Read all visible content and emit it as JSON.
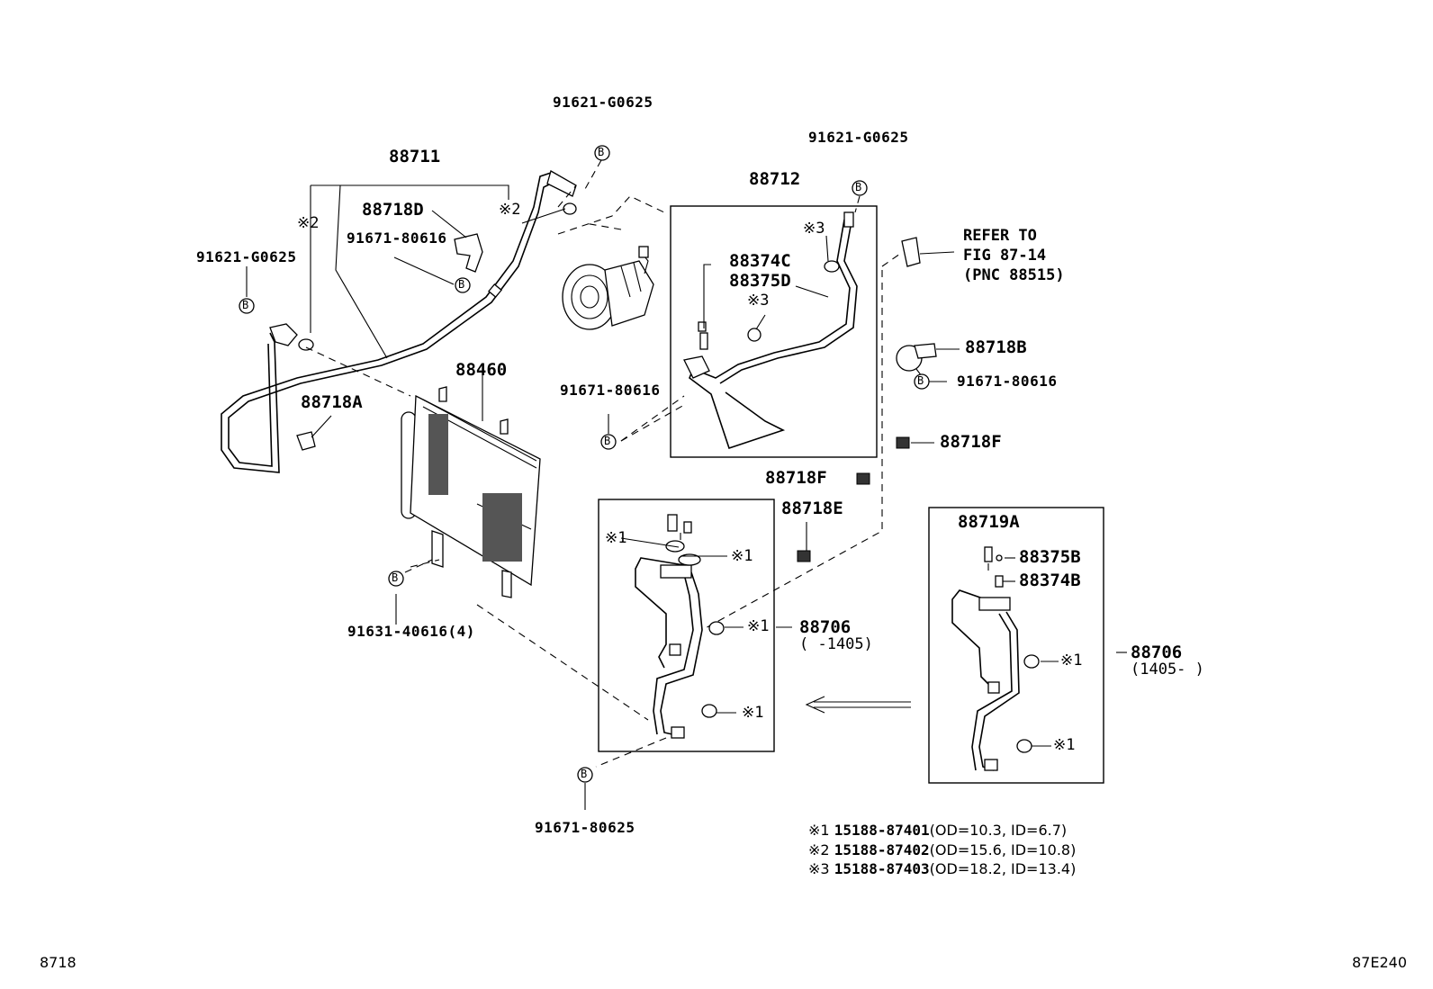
{
  "labels": {
    "l88711": "88711",
    "l88712": "88712",
    "l88460": "88460",
    "l88718A": "88718A",
    "l88718B": "88718B",
    "l88718D": "88718D",
    "l88718E": "88718E",
    "l88718F_a": "88718F",
    "l88718F_b": "88718F",
    "l88719A": "88719A",
    "l88374C": "88374C",
    "l88375D": "88375D",
    "l88375B": "88375B",
    "l88374B": "88374B",
    "l88706_a": "88706",
    "l88706_b": "88706",
    "l88706_a_range": "(      -1405)",
    "l88706_b_range": "(1405-      )",
    "b91621_top": "91621-G0625",
    "b91621_right": "91621-G0625",
    "b91621_left": "91621-G0625",
    "b91671_80616_a": "91671-80616",
    "b91671_80616_b": "91671-80616",
    "b91671_80616_c": "91671-80616",
    "b91631": "91631-40616(4)",
    "b91671_80625": "91671-80625",
    "refer1": "REFER TO",
    "refer2": "FIG 87-14",
    "refer3": "(PNC 88515)",
    "m2a": "※2",
    "m2b": "※2",
    "m3a": "※3",
    "m3b": "※3",
    "m1a": "※1",
    "m1b": "※1",
    "m1c": "※1",
    "m1d": "※1",
    "m1e": "※1",
    "m1f": "※1",
    "circle_b": "B"
  },
  "notes": [
    {
      "mark": "※1",
      "part": "15188-87401",
      "dims": "(OD=10.3, ID=6.7)"
    },
    {
      "mark": "※2",
      "part": "15188-87402",
      "dims": "(OD=15.6, ID=10.8)"
    },
    {
      "mark": "※3",
      "part": "15188-87403",
      "dims": "(OD=18.2, ID=13.4)"
    }
  ],
  "footer": {
    "left": "8718",
    "right": "87E240"
  }
}
